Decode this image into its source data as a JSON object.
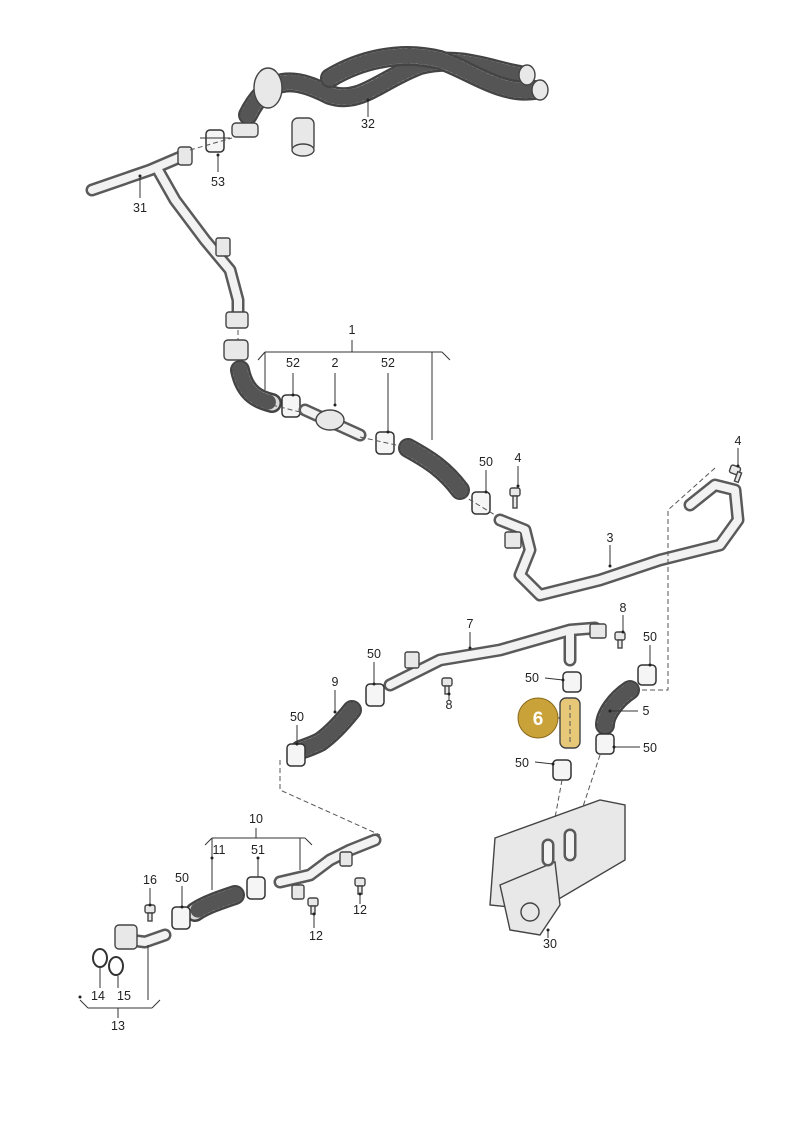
{
  "highlight": {
    "number": "6",
    "color": "#c9a23a",
    "text_color": "#ffffff"
  },
  "parts": [
    {
      "key": "p32",
      "number": "32"
    },
    {
      "key": "p53",
      "number": "53"
    },
    {
      "key": "p31",
      "number": "31"
    },
    {
      "key": "p1",
      "number": "1"
    },
    {
      "key": "p52a",
      "number": "52"
    },
    {
      "key": "p2",
      "number": "2"
    },
    {
      "key": "p52b",
      "number": "52"
    },
    {
      "key": "p4a",
      "number": "4"
    },
    {
      "key": "p50a",
      "number": "50"
    },
    {
      "key": "p4b",
      "number": "4"
    },
    {
      "key": "p3",
      "number": "3"
    },
    {
      "key": "p8a",
      "number": "8"
    },
    {
      "key": "p7",
      "number": "7"
    },
    {
      "key": "p50b",
      "number": "50"
    },
    {
      "key": "p50c",
      "number": "50"
    },
    {
      "key": "p9",
      "number": "9"
    },
    {
      "key": "p8b",
      "number": "8"
    },
    {
      "key": "p50d",
      "number": "50"
    },
    {
      "key": "p5",
      "number": "5"
    },
    {
      "key": "p50e",
      "number": "50"
    },
    {
      "key": "p50f",
      "number": "50"
    },
    {
      "key": "p50g",
      "number": "50"
    },
    {
      "key": "p10",
      "number": "10"
    },
    {
      "key": "p11",
      "number": "11"
    },
    {
      "key": "p51",
      "number": "51"
    },
    {
      "key": "p16",
      "number": "16"
    },
    {
      "key": "p50h",
      "number": "50"
    },
    {
      "key": "p12a",
      "number": "12"
    },
    {
      "key": "p12b",
      "number": "12"
    },
    {
      "key": "p30",
      "number": "30"
    },
    {
      "key": "p14",
      "number": "14"
    },
    {
      "key": "p15",
      "number": "15"
    },
    {
      "key": "p13",
      "number": "13"
    }
  ]
}
